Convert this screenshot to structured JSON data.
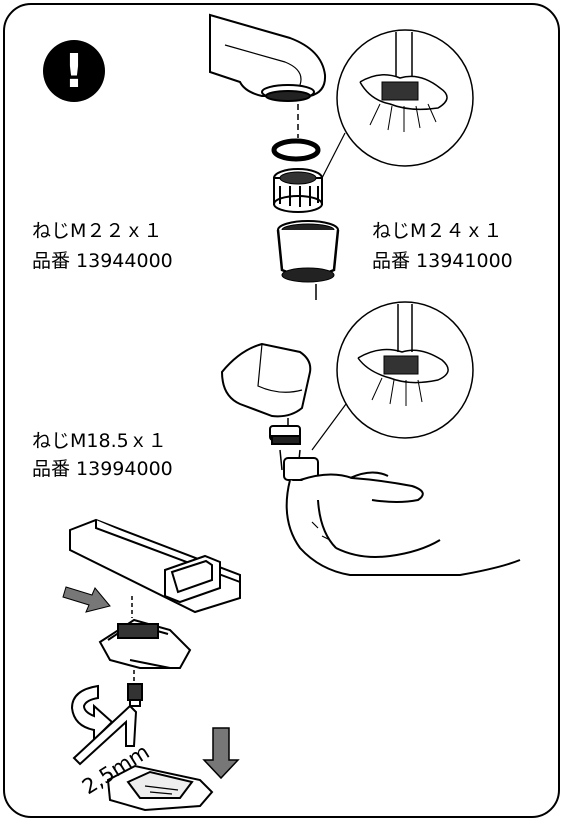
{
  "warning_symbol": "!",
  "labels": {
    "left_thread": "ねじM２２ｘ１",
    "left_part": "品番 13944000",
    "right_thread": "ねじM２４ｘ１",
    "right_part": "品番 13941000",
    "mid_thread": "ねじM18.5ｘ１",
    "mid_part": "品番 13994000",
    "hex_size": "2,5mm"
  },
  "icons": [
    "warning-exclamation-icon",
    "faucet-spout-icon",
    "aerator-gasket-icon",
    "aerator-insert-icon",
    "aerator-housing-icon",
    "magnifier-cleaning-icon",
    "cap-icon",
    "small-aerator-icon",
    "hand-icon",
    "basin-mixer-icon",
    "arrow-right-icon",
    "clip-icon",
    "rotate-arrow-icon",
    "hex-key-icon",
    "arrow-down-icon",
    "cover-icon"
  ]
}
